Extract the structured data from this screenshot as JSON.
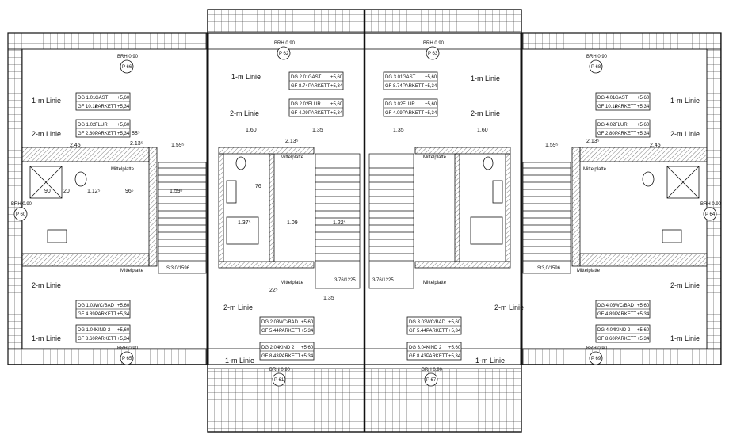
{
  "line_labels": {
    "one_m": "1-m Linie",
    "two_m": "2-m Linie"
  },
  "stair_labels": {
    "mittelplatte": "Mittelplatte"
  },
  "stair_codes": [
    "St3,0/1596",
    "3/76/1225",
    "3/76/1225",
    "St3,0/1596"
  ],
  "windows": [
    {
      "brh": "BRH 0.90",
      "tag": "P 60"
    },
    {
      "brh": "BRH 0.90",
      "tag": "P 61"
    },
    {
      "brh": "BRH 0.90",
      "tag": "P 62"
    },
    {
      "brh": "BRH 0.90",
      "tag": "P 63"
    },
    {
      "brh": "BRH 0.90",
      "tag": "P 64"
    },
    {
      "brh": "BRH 0.90",
      "tag": "P 65"
    },
    {
      "brh": "BRH 0.90",
      "tag": "P 66"
    },
    {
      "brh": "BRH 0.90",
      "tag": "P 67"
    },
    {
      "brh": "BRH 0.90",
      "tag": "P 68"
    },
    {
      "brh": "BRH 0.90",
      "tag": "P 69"
    }
  ],
  "rooms": [
    {
      "dg": "DG 1.01",
      "name": "GAST",
      "gf": "GF 10.18",
      "floor": "PARKETT",
      "v1": "+5,60",
      "v2": "+5,34"
    },
    {
      "dg": "DG 1.02",
      "name": "FLUR",
      "gf": "GF 2.80",
      "floor": "PARKETT",
      "v1": "+5,60",
      "v2": "+5,34"
    },
    {
      "dg": "DG 1.03",
      "name": "WC/BAD",
      "gf": "GF 4.89",
      "floor": "PARKETT",
      "v1": "+5,60",
      "v2": "+5,34"
    },
    {
      "dg": "DG 1.04",
      "name": "KIND 2",
      "gf": "GF 8.60",
      "floor": "PARKETT",
      "v1": "+5,60",
      "v2": "+5,34"
    },
    {
      "dg": "DG 2.01",
      "name": "GAST",
      "gf": "GF 8.74",
      "floor": "PARKETT",
      "v1": "+5,60",
      "v2": "+5,34"
    },
    {
      "dg": "DG 2.02",
      "name": "FLUR",
      "gf": "GF 4.09",
      "floor": "PARKETT",
      "v1": "+5,60",
      "v2": "+5,34"
    },
    {
      "dg": "DG 2.03",
      "name": "WC/BAD",
      "gf": "GF 5.44",
      "floor": "PARKETT",
      "v1": "+5,60",
      "v2": "+5,34"
    },
    {
      "dg": "DG 2.04",
      "name": "KIND 2",
      "gf": "GF 8.43",
      "floor": "PARKETT",
      "v1": "+5,60",
      "v2": "+5,34"
    },
    {
      "dg": "DG 3.01",
      "name": "GAST",
      "gf": "GF 8.74",
      "floor": "PARKETT",
      "v1": "+5,60",
      "v2": "+5,34"
    },
    {
      "dg": "DG 3.02",
      "name": "FLUR",
      "gf": "GF 4.09",
      "floor": "PARKETT",
      "v1": "+5,60",
      "v2": "+5,34"
    },
    {
      "dg": "DG 3.03",
      "name": "WC/BAD",
      "gf": "GF 5.44",
      "floor": "PARKETT",
      "v1": "+5,60",
      "v2": "+5,34"
    },
    {
      "dg": "DG 3.04",
      "name": "KIND 2",
      "gf": "GF 8.43",
      "floor": "PARKETT",
      "v1": "+5,60",
      "v2": "+5,34"
    },
    {
      "dg": "DG 4.01",
      "name": "GAST",
      "gf": "GF 10.18",
      "floor": "PARKETT",
      "v1": "+5,60",
      "v2": "+5,34"
    },
    {
      "dg": "DG 4.02",
      "name": "FLUR",
      "gf": "GF 2.80",
      "floor": "PARKETT",
      "v1": "+5,60",
      "v2": "+5,34"
    },
    {
      "dg": "DG 4.03",
      "name": "WC/BAD",
      "gf": "GF 4.89",
      "floor": "PARKETT",
      "v1": "+5,60",
      "v2": "+5,34"
    },
    {
      "dg": "DG 4.04",
      "name": "KIND 2",
      "gf": "GF 8.60",
      "floor": "PARKETT",
      "v1": "+5,60",
      "v2": "+5,34"
    }
  ],
  "dimensions": [
    "2.45",
    "1.59⁵",
    "88⁵",
    "2.13⁵",
    "90",
    "20",
    "1.12⁵",
    "96⁵",
    "1.59⁵",
    "1.60",
    "1.35",
    "76",
    "2.13⁵",
    "1.37⁵",
    "1.09",
    "1.22⁵",
    "22⁵",
    "1.35",
    "1.35",
    "1.60",
    "2.45",
    "1.59⁵",
    "2.13⁵"
  ]
}
